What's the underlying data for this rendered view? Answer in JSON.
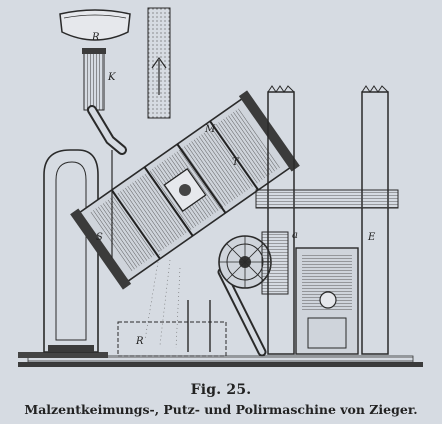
{
  "caption": {
    "figure_number": "Fig. 25.",
    "title": "Malzentkeimungs-, Putz- und Polirmaschine von Zieger."
  },
  "labels": {
    "funnel": "R",
    "pipe_top": "K",
    "drum": "M",
    "left_pipe": "S",
    "drum_lower": "T",
    "right_box": "a",
    "chimney": "E",
    "bin": "R"
  },
  "colors": {
    "background": "#d6dbe2",
    "ink": "#2a2a2a"
  },
  "icons": [
    "engraving-illustration"
  ]
}
